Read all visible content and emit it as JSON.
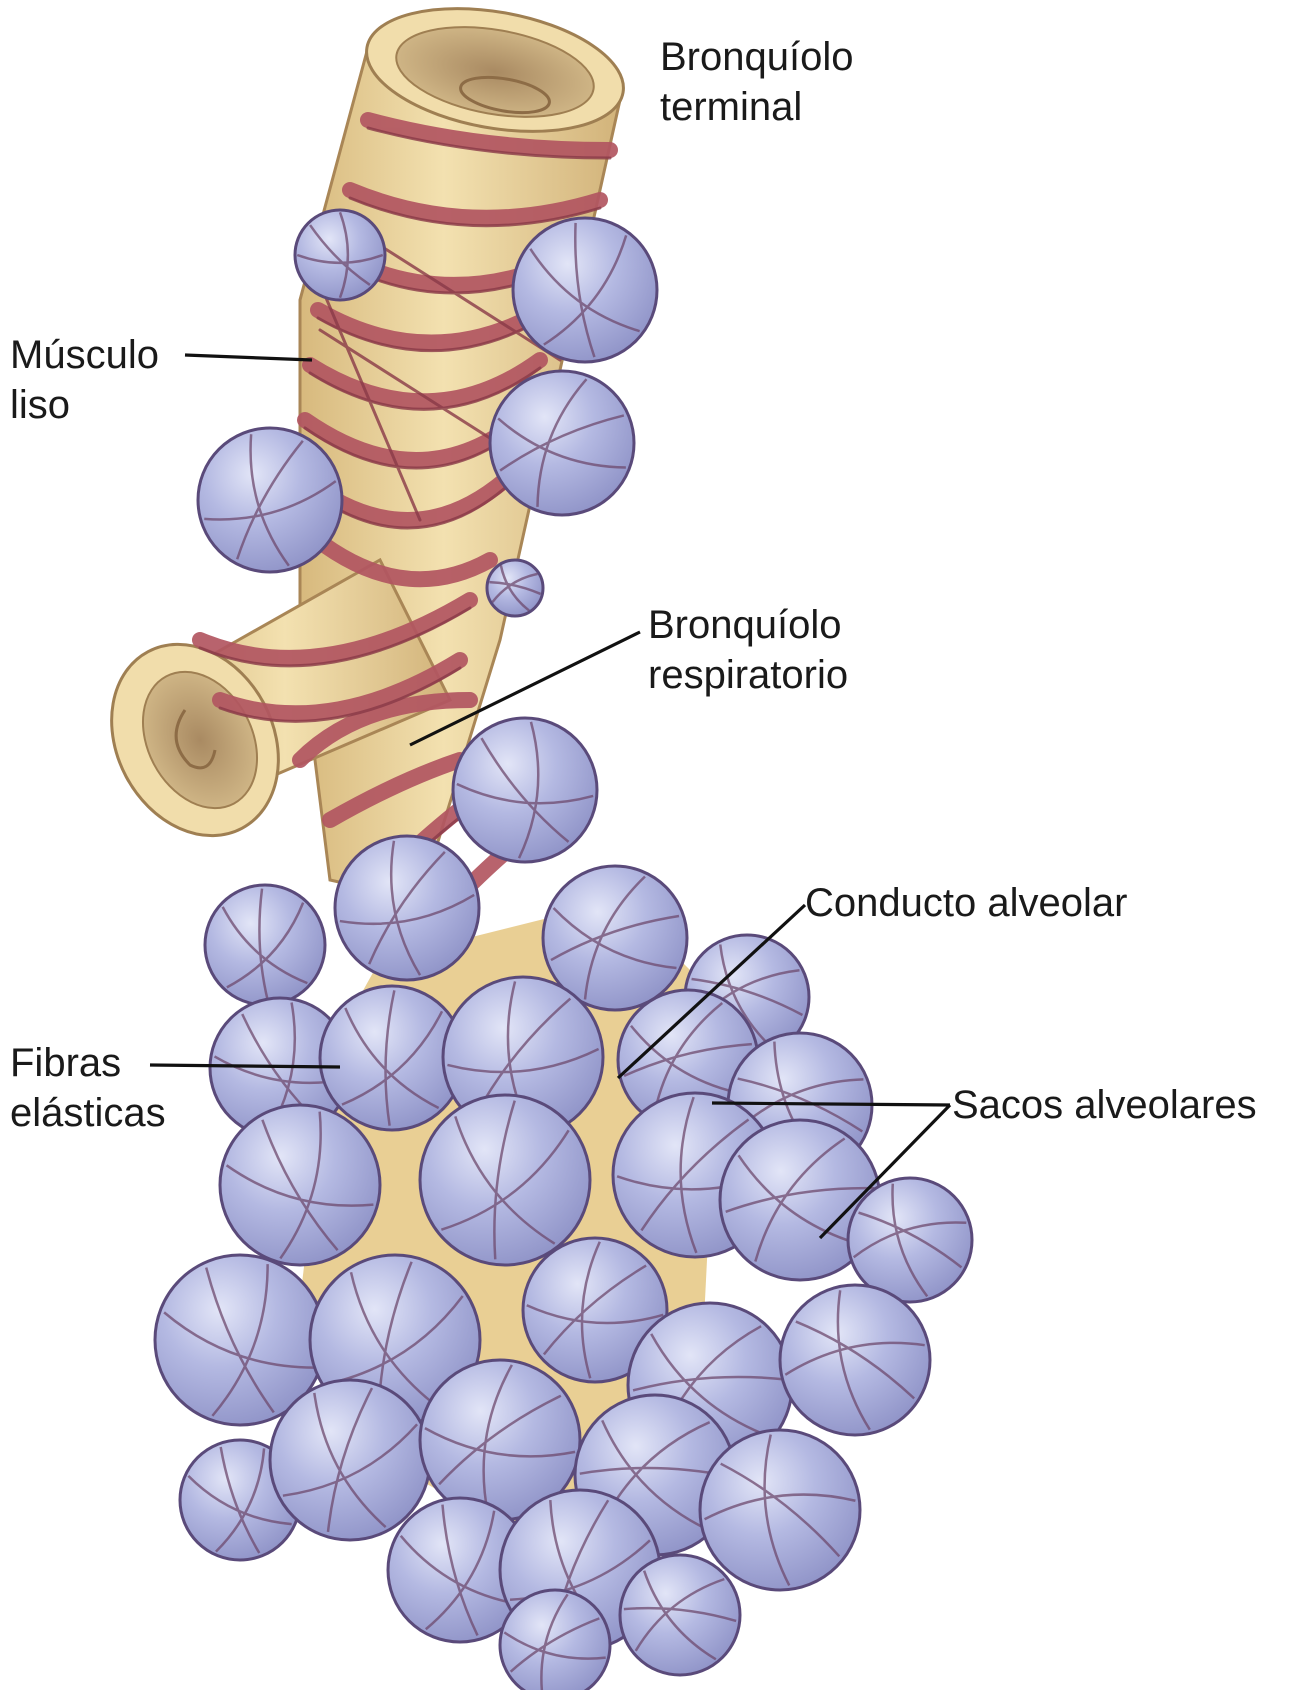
{
  "colors": {
    "tube_cream": "#efd9a4",
    "tube_cream_dark": "#d9bd82",
    "tube_inner": "#c8a878",
    "muscle_red": "#b25661",
    "muscle_dark": "#8a3a48",
    "alveolus_fill": "#aab0dc",
    "alveolus_light": "#d4d8f2",
    "alveolus_outline": "#5a4a7a",
    "fiber_line": "#6d4a6e",
    "label_text": "#1a1a1a"
  },
  "labels": {
    "terminal_bronchiole": {
      "line1": "Bronquíolo",
      "line2": "terminal"
    },
    "smooth_muscle": {
      "line1": "Músculo",
      "line2": "liso"
    },
    "respiratory_bronchiole": {
      "line1": "Bronquíolo",
      "line2": "respiratorio"
    },
    "alveolar_duct": {
      "line1": "Conducto alveolar"
    },
    "elastic_fibers": {
      "line1": "Fibras",
      "line2": "elásticas"
    },
    "alveolar_sacs": {
      "line1": "Sacos alveolares"
    }
  }
}
